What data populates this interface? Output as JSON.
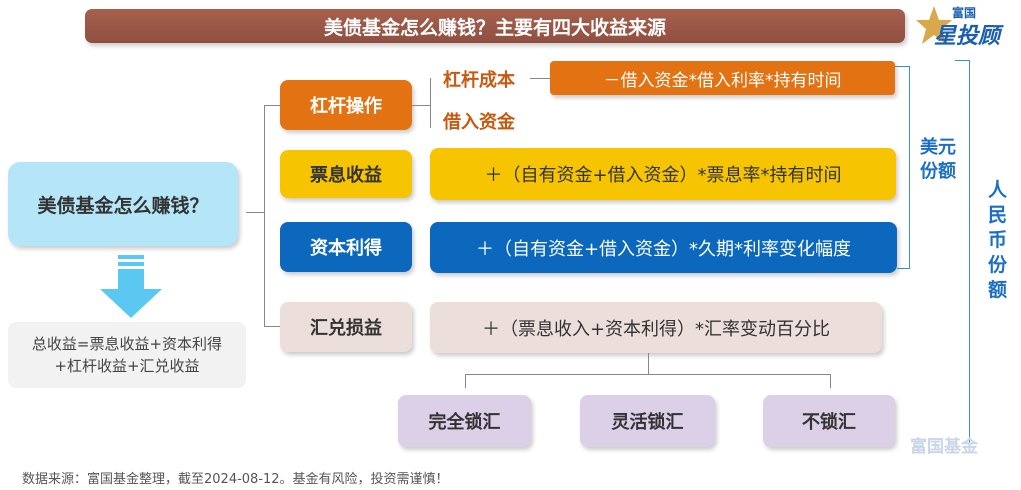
{
  "title": "美债基金怎么赚钱？主要有四大收益来源",
  "logo": {
    "top": "富国",
    "main": "星投顾"
  },
  "question": "美债基金怎么赚钱？",
  "total": "总收益=票息收益+资本利得+杠杆收益+汇兑收益",
  "sources": [
    {
      "label": "杠杆操作",
      "color": "#e27212"
    },
    {
      "label": "票息收益",
      "color": "#f6c400",
      "formula": "＋（自有资金+借入资金）*票息率*持有时间"
    },
    {
      "label": "资本利得",
      "color": "#0b68bd",
      "formula": "＋（自有资金+借入资金）*久期*利率变化幅度"
    },
    {
      "label": "汇兑损益",
      "color": "#ecdedb",
      "formula": "＋（票息收入+资本利得）*汇率变动百分比"
    }
  ],
  "leverage": {
    "cost_label": "杠杆成本",
    "borrow_label": "借入资金",
    "cost_formula": "－借入资金*借入利率*持有时间"
  },
  "usd_share": "美元份额",
  "rmb_share": "人民币份额",
  "hedge_options": [
    "完全锁汇",
    "灵活锁汇",
    "不锁汇"
  ],
  "watermark": "富国基金",
  "footer": "数据来源：富国基金整理，截至2024-08-12。基金有风险，投资需谨慎！"
}
